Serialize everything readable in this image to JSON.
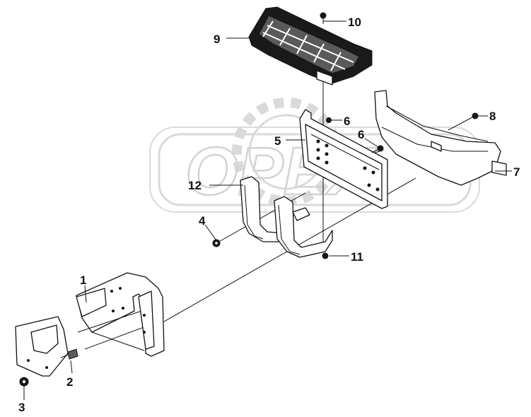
{
  "watermark": {
    "text": "OPEX"
  },
  "callouts": [
    {
      "id": "1",
      "label": "1"
    },
    {
      "id": "2",
      "label": "2"
    },
    {
      "id": "3",
      "label": "3"
    },
    {
      "id": "4",
      "label": "4"
    },
    {
      "id": "5",
      "label": "5"
    },
    {
      "id": "6a",
      "label": "6"
    },
    {
      "id": "6b",
      "label": "6"
    },
    {
      "id": "7",
      "label": "7"
    },
    {
      "id": "8",
      "label": "8"
    },
    {
      "id": "9",
      "label": "9"
    },
    {
      "id": "10",
      "label": "10"
    },
    {
      "id": "11",
      "label": "11"
    },
    {
      "id": "12",
      "label": "12"
    }
  ]
}
